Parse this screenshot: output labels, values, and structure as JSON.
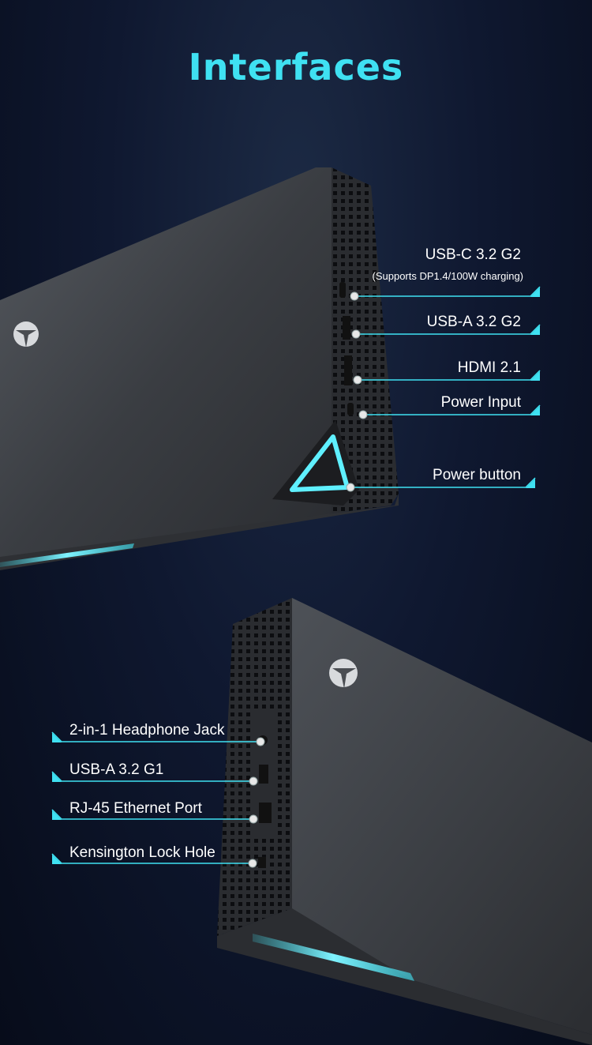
{
  "title": "Interfaces",
  "top_view": {
    "ports": [
      {
        "label": "USB-C 3.2 G2",
        "note": "(Supports DP1.4/100W charging)"
      },
      {
        "label": "USB-A 3.2 G2"
      },
      {
        "label": "HDMI 2.1"
      },
      {
        "label": "Power Input"
      },
      {
        "label": "Power button"
      }
    ]
  },
  "bottom_view": {
    "ports": [
      {
        "label": "2-in-1 Headphone Jack"
      },
      {
        "label": "USB-A 3.2 G1"
      },
      {
        "label": "RJ-45 Ethernet Port"
      },
      {
        "label": "Kensington Lock Hole"
      }
    ]
  },
  "colors": {
    "accent": "#3fe1f2",
    "device": "#3a3d42",
    "background": "#0f1830"
  }
}
